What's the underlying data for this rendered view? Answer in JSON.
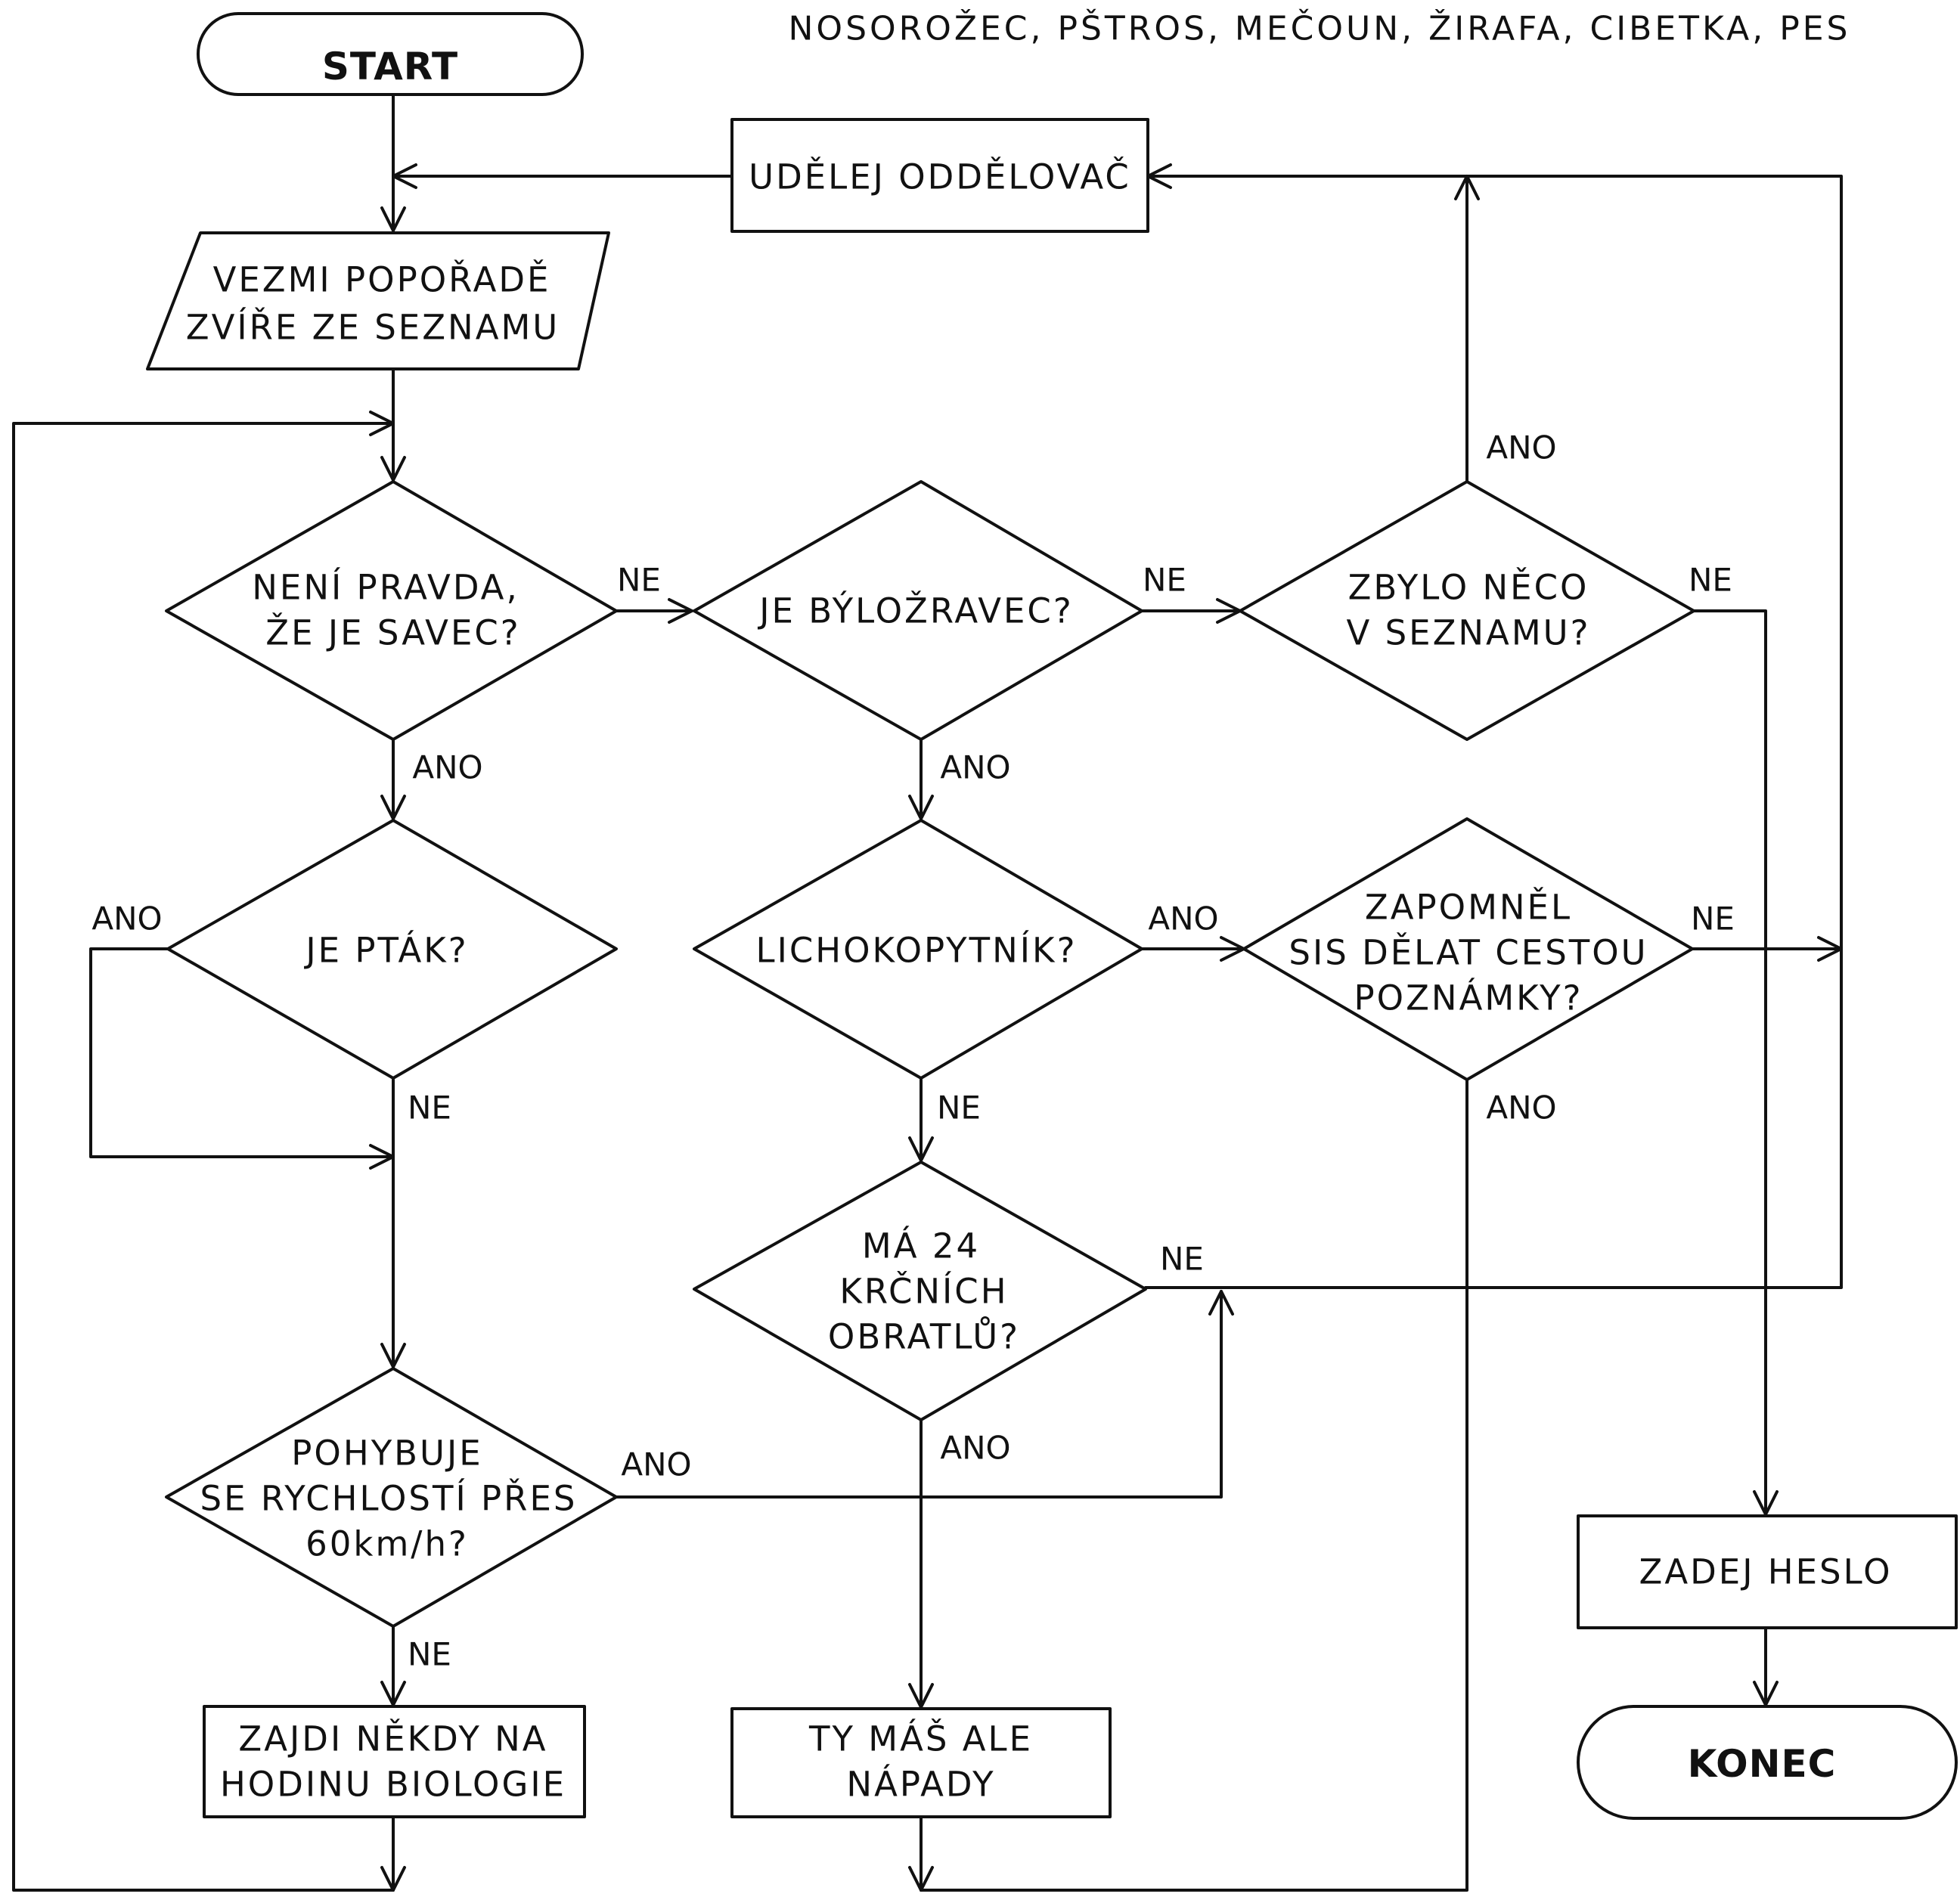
{
  "animal_list": "NOSOROŽEC, PŠTROS, MEČOUN, ŽIRAFA, CIBETKA, PES",
  "nodes": {
    "start": {
      "lines": [
        "START"
      ]
    },
    "separator": {
      "lines": [
        "UDĚLEJ ODDĚLOVAČ"
      ]
    },
    "take_animal": {
      "lines": [
        "VEZMI POPOŘADĚ",
        "ZVÍŘE ZE SEZNAMU"
      ]
    },
    "not_mammal": {
      "lines": [
        "NENÍ PRAVDA,",
        "ŽE JE SAVEC?"
      ]
    },
    "herbivore": {
      "lines": [
        "JE BÝLOŽRAVEC?"
      ]
    },
    "anything_left": {
      "lines": [
        "ZBYLO NĚCO",
        "V SEZNAMU?"
      ]
    },
    "bird": {
      "lines": [
        "JE PTÁK?"
      ]
    },
    "odd_toed": {
      "lines": [
        "LICHOKOPYTNÍK?"
      ]
    },
    "forgot_notes": {
      "lines": [
        "ZAPOMNĚL",
        "SIS DĚLAT CESTOU",
        "POZNÁMKY?"
      ]
    },
    "vertebrae": {
      "lines": [
        "MÁ 24",
        "KRČNÍCH",
        "OBRATLŮ?"
      ]
    },
    "speed": {
      "lines": [
        "POHYBUJE",
        "SE RYCHLOSTÍ PŘES",
        "60km/h?"
      ]
    },
    "biology": {
      "lines": [
        "ZAJDI NĚKDY NA",
        "HODINU BIOLOGIE"
      ]
    },
    "ideas": {
      "lines": [
        "TY MÁŠ ALE",
        "NÁPADY"
      ]
    },
    "enter_password": {
      "lines": [
        "ZADEJ HESLO"
      ]
    },
    "end": {
      "lines": [
        "KONEC"
      ]
    }
  },
  "edge_labels": {
    "not_mammal_no": "NE",
    "not_mammal_yes": "ANO",
    "herbivore_no": "NE",
    "herbivore_yes": "ANO",
    "anything_left_yes": "ANO",
    "anything_left_no": "NE",
    "bird_yes": "ANO",
    "bird_no": "NE",
    "odd_toed_yes": "ANO",
    "odd_toed_no": "NE",
    "forgot_notes_no": "NE",
    "forgot_notes_yes": "ANO",
    "vertebrae_no": "NE",
    "vertebrae_yes": "ANO",
    "speed_yes": "ANO",
    "speed_no": "NE"
  }
}
